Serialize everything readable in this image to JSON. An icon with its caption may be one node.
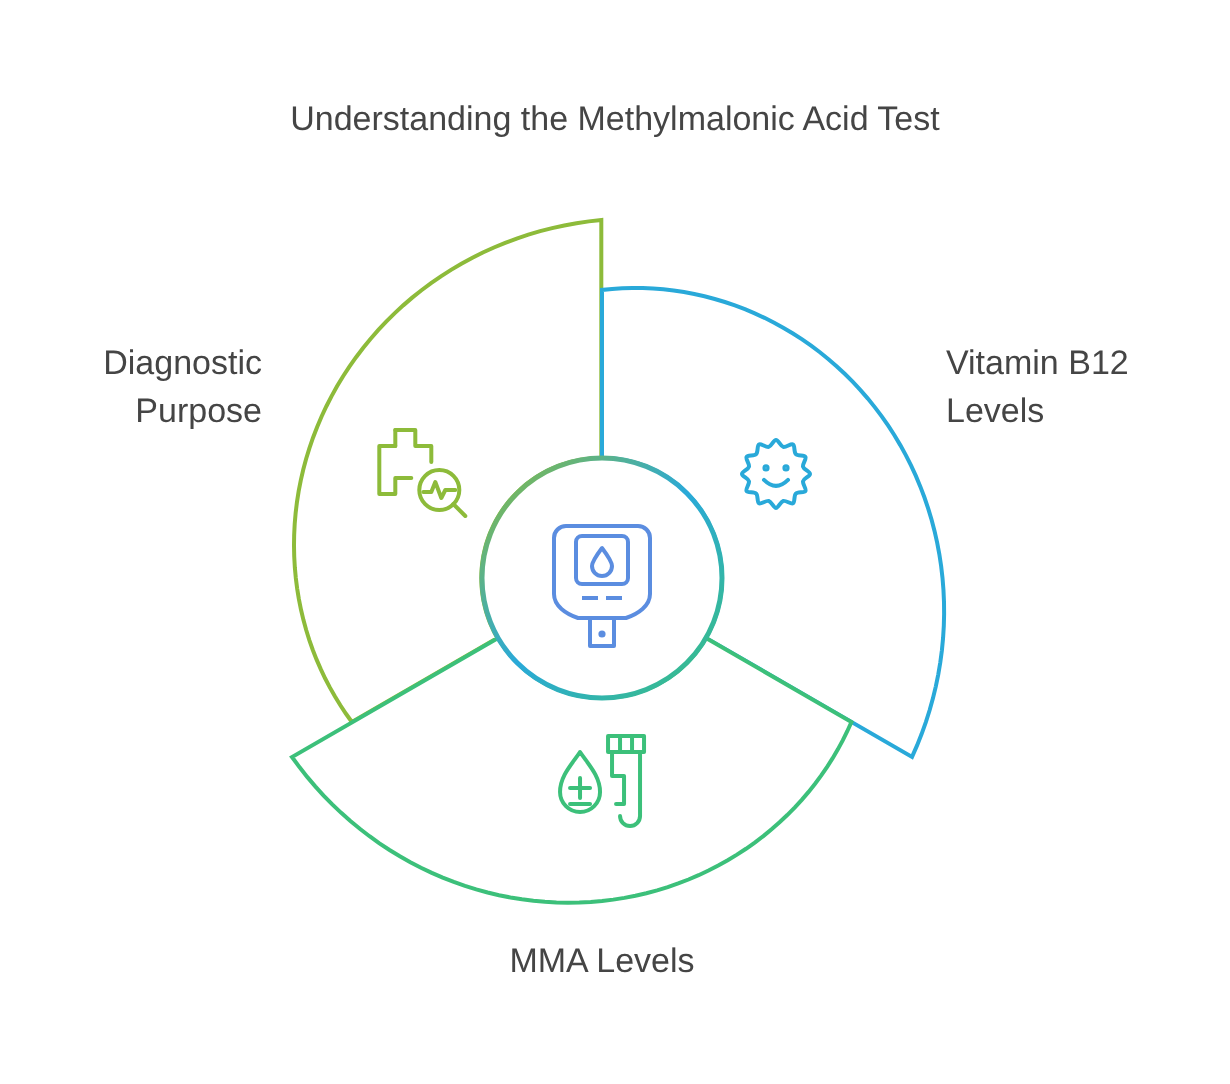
{
  "diagram": {
    "title": "Understanding the Methylmalonic Acid Test",
    "nodes": [
      {
        "text": [
          "Diagnostic Purpose"
        ]
      },
      {
        "text": [
          "Vitamin B12 Levels"
        ]
      },
      {
        "text": [
          "MMA Levels"
        ]
      },
      {
        "text": [],
        "shape": "circle"
      }
    ],
    "edges": []
  }
}
